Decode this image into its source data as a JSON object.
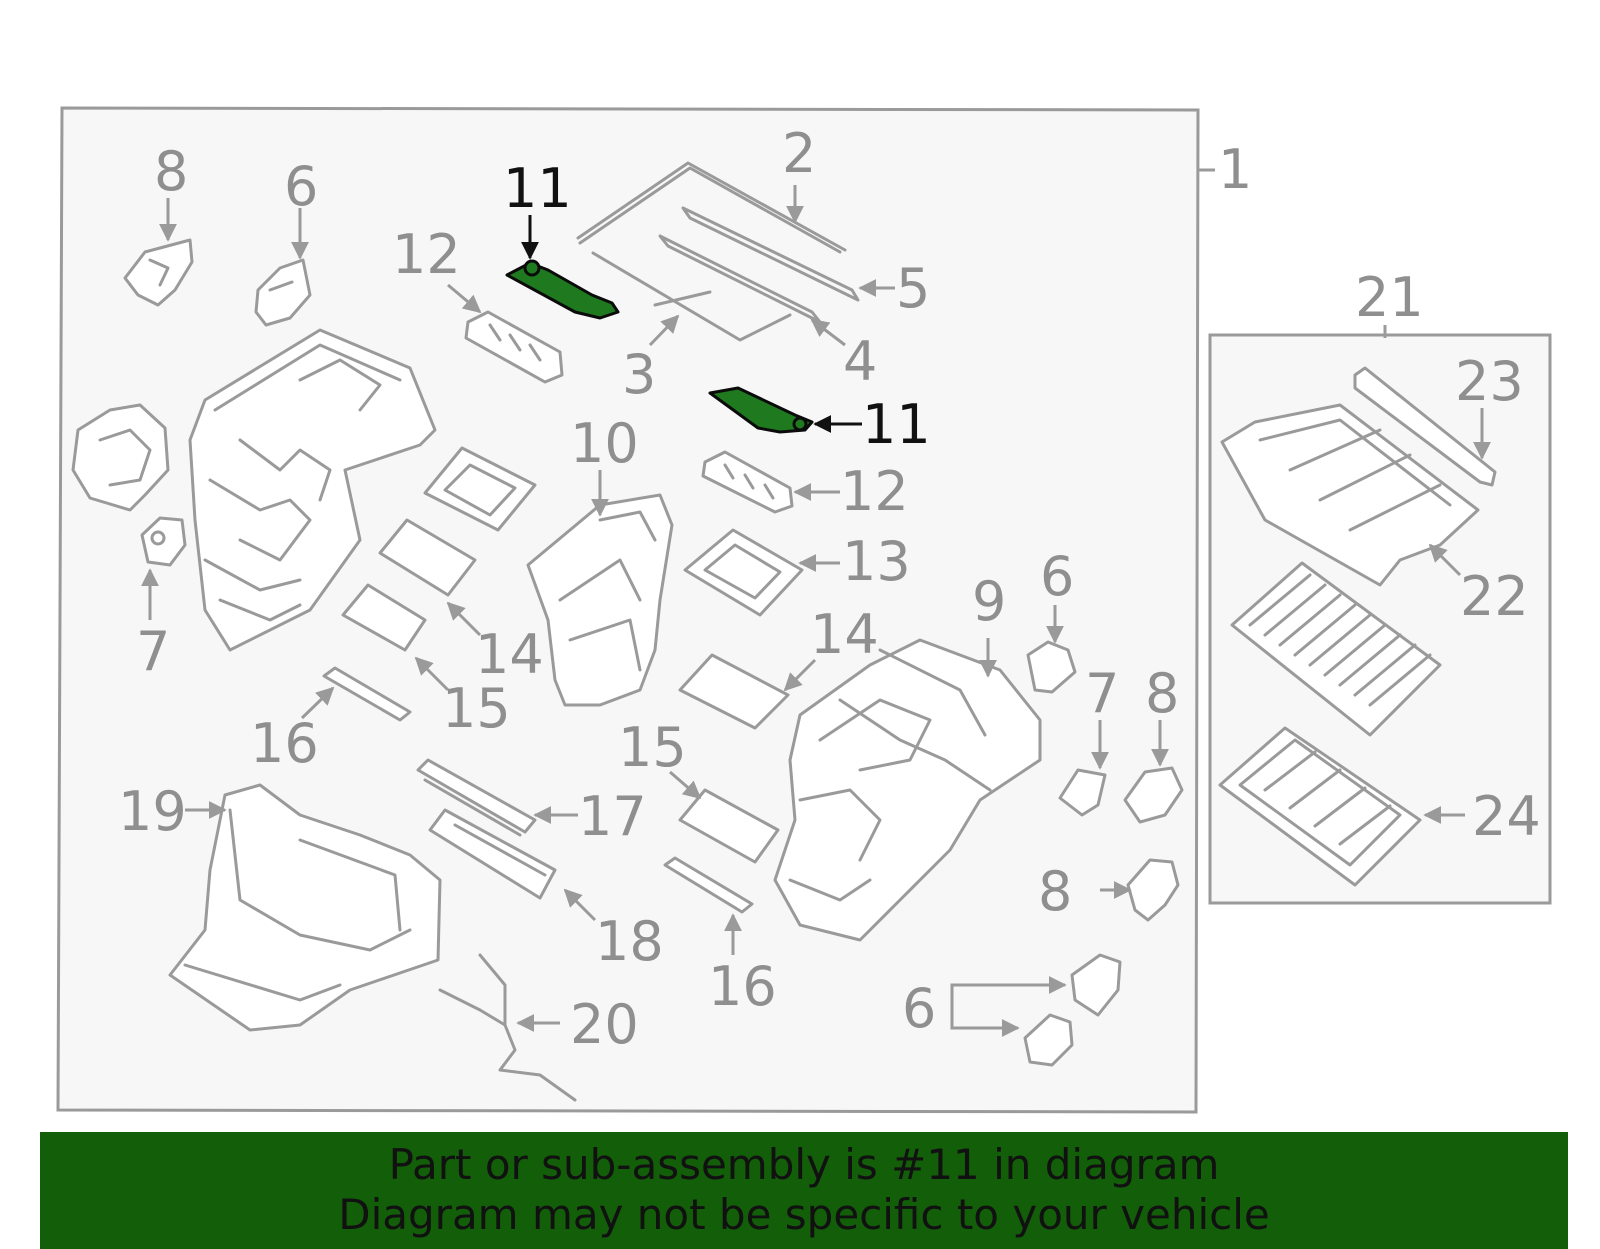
{
  "labels": {
    "l1": "1",
    "l2": "2",
    "l3": "3",
    "l4": "4",
    "l5": "5",
    "l6a": "6",
    "l6b": "6",
    "l6c": "6",
    "l7a": "7",
    "l7b": "7",
    "l8a": "8",
    "l8b": "8",
    "l8c": "8",
    "l9": "9",
    "l10": "10",
    "l11a": "11",
    "l11b": "11",
    "l12a": "12",
    "l12b": "12",
    "l13": "13",
    "l14a": "14",
    "l14b": "14",
    "l15a": "15",
    "l15b": "15",
    "l16a": "16",
    "l16b": "16",
    "l17": "17",
    "l18": "18",
    "l19": "19",
    "l20": "20",
    "l21": "21",
    "l22": "22",
    "l23": "23",
    "l24": "24"
  },
  "banner": {
    "line1": "Part or sub-assembly is #11 in diagram",
    "line2": "Diagram may not be specific to your vehicle"
  },
  "colors": {
    "highlight": "#1f7a1f",
    "banner": "#135e09",
    "line": "#9a9a9a"
  }
}
